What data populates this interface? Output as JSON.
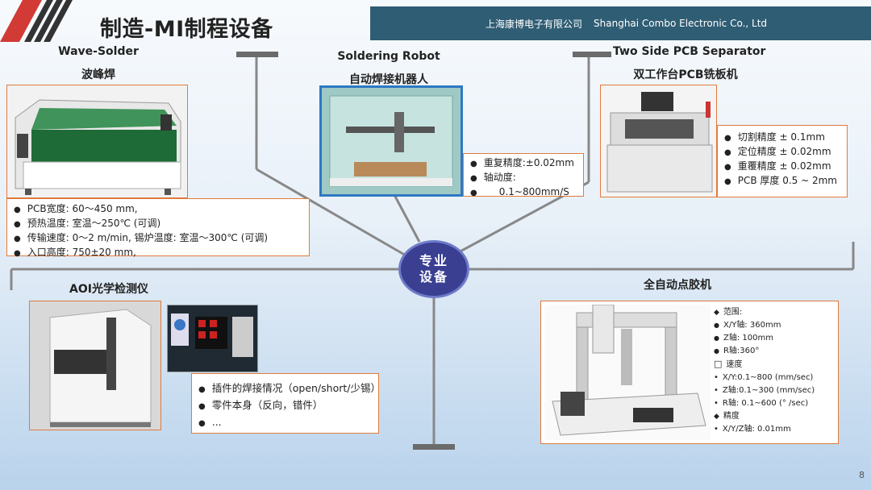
{
  "header": {
    "title": "制造-MI制程设备",
    "company_cn": "上海康博电子有限公司",
    "company_en": "Shanghai Combo Electronic    Co., Ltd"
  },
  "hub": {
    "line1": "专业",
    "line2": "设备"
  },
  "wave": {
    "title_en": "Wave-Solder",
    "title_cn": "波峰焊",
    "specs": [
      "PCB宽度:  60～450 mm,",
      "预热温度:  室温～250℃  (可调)",
      "传输速度:   0～2 m/min, 锡炉温度:  室温～300℃  (可调)",
      "入口高度:   750±20 mm,"
    ]
  },
  "robot": {
    "title_en": "Soldering Robot",
    "title_cn": "自动焊接机器人",
    "specs": [
      "重复精度:±0.02mm",
      "轴动度:",
      "     0.1~800mm/S"
    ]
  },
  "separator": {
    "title_en": "Two Side PCB Separator",
    "title_cn": "双工作台PCB铣板机",
    "specs": [
      "切割精度 ± 0.1mm",
      "定位精度 ± 0.02mm",
      "重覆精度 ± 0.02mm",
      "PCB 厚度 0.5 ~ 2mm"
    ]
  },
  "aoi": {
    "title_cn": "AOI光学检测仪",
    "specs": [
      "插件的焊接情况（open/short/少锡）",
      "零件本身（反向，错件）",
      "..."
    ]
  },
  "dispense": {
    "title_cn": "全自动点胶机",
    "specs": [
      {
        "kind": "b",
        "text": "范围:"
      },
      {
        "kind": "d",
        "text": "X/Y轴:  360mm"
      },
      {
        "kind": "d",
        "text": "Z轴:  100mm"
      },
      {
        "kind": "d",
        "text": "R轴:360°"
      },
      {
        "kind": "s",
        "text": "速度"
      },
      {
        "kind": "t",
        "text": "X/Y:0.1~800  (mm/sec)"
      },
      {
        "kind": "t",
        "text": "Z轴:0.1~300  (mm/sec)"
      },
      {
        "kind": "t",
        "text": "R轴:  0.1~600  (°  /sec)"
      },
      {
        "kind": "b",
        "text": "精度"
      },
      {
        "kind": "t",
        "text": "X/Y/Z轴:  0.01mm"
      }
    ]
  },
  "page": {
    "number": "8"
  }
}
